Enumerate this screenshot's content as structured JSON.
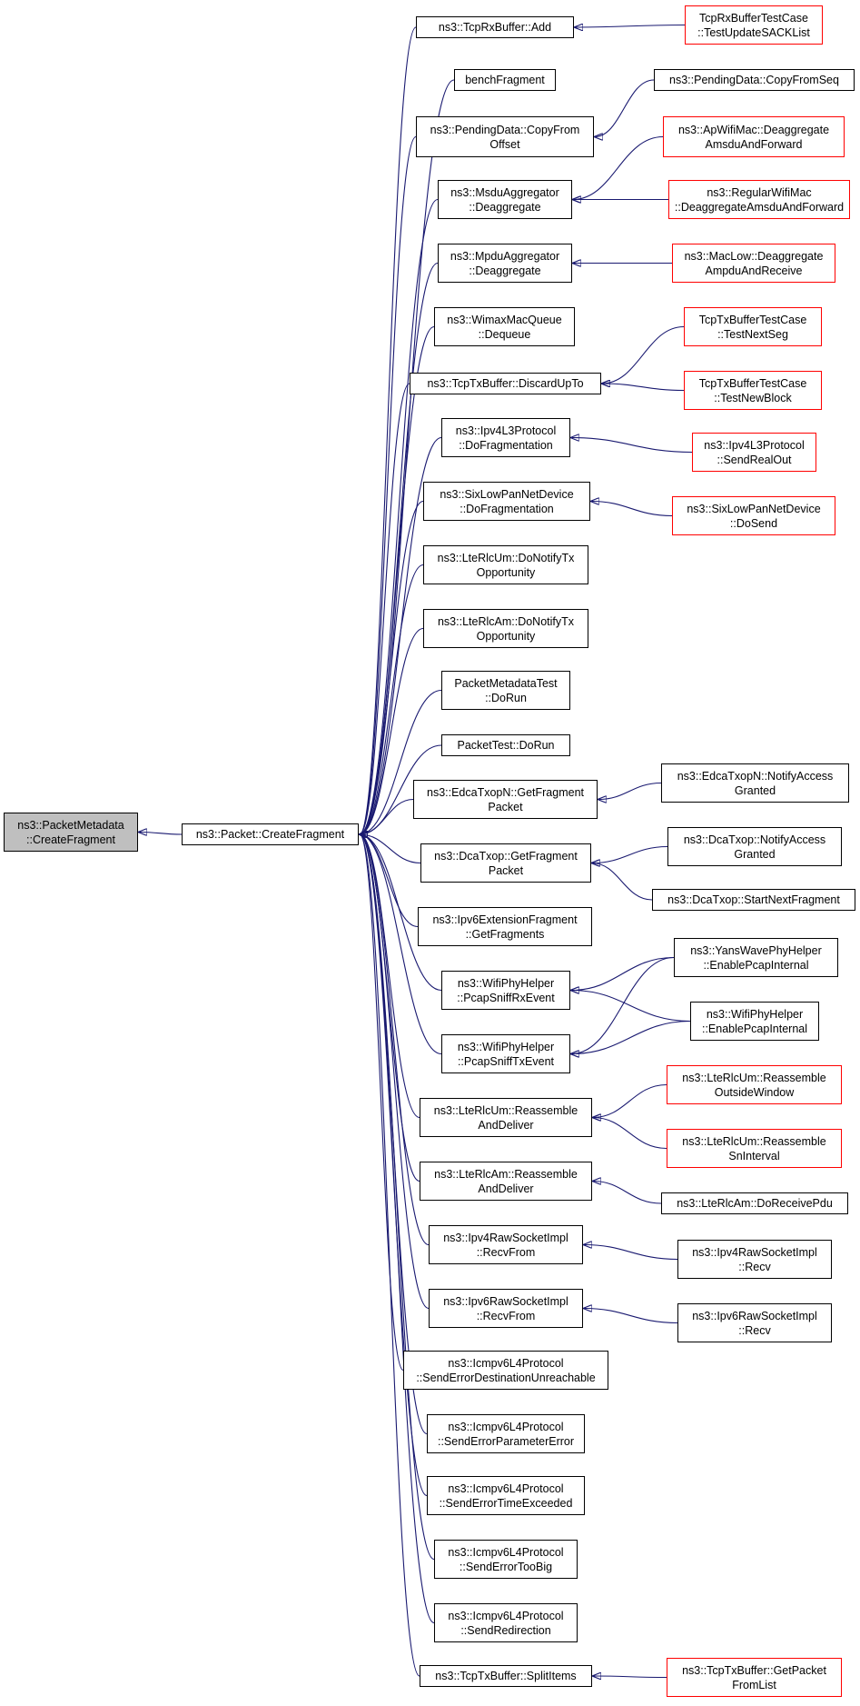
{
  "root": {
    "id": "root",
    "label": "ns3::PacketMetadata\n::CreateFragment"
  },
  "nodes": [
    {
      "id": "pkt",
      "label": "ns3::Packet::CreateFragment",
      "kind": "normal"
    },
    {
      "id": "tcprxadd",
      "label": "ns3::TcpRxBuffer::Add",
      "kind": "normal"
    },
    {
      "id": "bench",
      "label": "benchFragment",
      "kind": "normal"
    },
    {
      "id": "pendoff",
      "label": "ns3::PendingData::CopyFrom\nOffset",
      "kind": "normal"
    },
    {
      "id": "msdu",
      "label": "ns3::MsduAggregator\n::Deaggregate",
      "kind": "normal"
    },
    {
      "id": "mpdu",
      "label": "ns3::MpduAggregator\n::Deaggregate",
      "kind": "normal"
    },
    {
      "id": "wimax",
      "label": "ns3::WimaxMacQueue\n::Dequeue",
      "kind": "normal"
    },
    {
      "id": "discard",
      "label": "ns3::TcpTxBuffer::DiscardUpTo",
      "kind": "normal"
    },
    {
      "id": "ipv4dofrag",
      "label": "ns3::Ipv4L3Protocol\n::DoFragmentation",
      "kind": "normal"
    },
    {
      "id": "sixdofrag",
      "label": "ns3::SixLowPanNetDevice\n::DoFragmentation",
      "kind": "normal"
    },
    {
      "id": "rlcumtx",
      "label": "ns3::LteRlcUm::DoNotifyTx\nOpportunity",
      "kind": "normal"
    },
    {
      "id": "rlcamtx",
      "label": "ns3::LteRlcAm::DoNotifyTx\nOpportunity",
      "kind": "normal"
    },
    {
      "id": "pmtest",
      "label": "PacketMetadataTest\n::DoRun",
      "kind": "normal"
    },
    {
      "id": "ptest",
      "label": "PacketTest::DoRun",
      "kind": "normal"
    },
    {
      "id": "edcafrag",
      "label": "ns3::EdcaTxopN::GetFragment\nPacket",
      "kind": "normal"
    },
    {
      "id": "dcafrag",
      "label": "ns3::DcaTxop::GetFragment\nPacket",
      "kind": "normal"
    },
    {
      "id": "ipv6frag",
      "label": "ns3::Ipv6ExtensionFragment\n::GetFragments",
      "kind": "normal"
    },
    {
      "id": "sniffrx",
      "label": "ns3::WifiPhyHelper\n::PcapSniffRxEvent",
      "kind": "normal"
    },
    {
      "id": "snifftx",
      "label": "ns3::WifiPhyHelper\n::PcapSniffTxEvent",
      "kind": "normal"
    },
    {
      "id": "umreasm",
      "label": "ns3::LteRlcUm::Reassemble\nAndDeliver",
      "kind": "normal"
    },
    {
      "id": "amreasm",
      "label": "ns3::LteRlcAm::Reassemble\nAndDeliver",
      "kind": "normal"
    },
    {
      "id": "ipv4raw",
      "label": "ns3::Ipv4RawSocketImpl\n::RecvFrom",
      "kind": "normal"
    },
    {
      "id": "ipv6raw",
      "label": "ns3::Ipv6RawSocketImpl\n::RecvFrom",
      "kind": "normal"
    },
    {
      "id": "icmpdest",
      "label": "ns3::Icmpv6L4Protocol\n::SendErrorDestinationUnreachable",
      "kind": "normal"
    },
    {
      "id": "icmpparam",
      "label": "ns3::Icmpv6L4Protocol\n::SendErrorParameterError",
      "kind": "normal"
    },
    {
      "id": "icmptime",
      "label": "ns3::Icmpv6L4Protocol\n::SendErrorTimeExceeded",
      "kind": "normal"
    },
    {
      "id": "icmpbig",
      "label": "ns3::Icmpv6L4Protocol\n::SendErrorTooBig",
      "kind": "normal"
    },
    {
      "id": "icmpredir",
      "label": "ns3::Icmpv6L4Protocol\n::SendRedirection",
      "kind": "normal"
    },
    {
      "id": "split",
      "label": "ns3::TcpTxBuffer::SplitItems",
      "kind": "normal"
    },
    {
      "id": "sack",
      "label": "TcpRxBufferTestCase\n::TestUpdateSACKList",
      "kind": "red"
    },
    {
      "id": "pendseq",
      "label": "ns3::PendingData::CopyFromSeq",
      "kind": "normal"
    },
    {
      "id": "apdeagg",
      "label": "ns3::ApWifiMac::Deaggregate\nAmsduAndForward",
      "kind": "red"
    },
    {
      "id": "regdeagg",
      "label": "ns3::RegularWifiMac\n::DeaggregateAmsduAndForward",
      "kind": "red"
    },
    {
      "id": "maclow",
      "label": "ns3::MacLow::Deaggregate\nAmpduAndReceive",
      "kind": "red"
    },
    {
      "id": "nextseg",
      "label": "TcpTxBufferTestCase\n::TestNextSeg",
      "kind": "red"
    },
    {
      "id": "newblock",
      "label": "TcpTxBufferTestCase\n::TestNewBlock",
      "kind": "red"
    },
    {
      "id": "sendreal",
      "label": "ns3::Ipv4L3Protocol\n::SendRealOut",
      "kind": "red"
    },
    {
      "id": "dosend",
      "label": "ns3::SixLowPanNetDevice\n::DoSend",
      "kind": "red"
    },
    {
      "id": "edcanotify",
      "label": "ns3::EdcaTxopN::NotifyAccess\nGranted",
      "kind": "normal"
    },
    {
      "id": "dcanotify",
      "label": "ns3::DcaTxop::NotifyAccess\nGranted",
      "kind": "normal"
    },
    {
      "id": "dcastart",
      "label": "ns3::DcaTxop::StartNextFragment",
      "kind": "normal"
    },
    {
      "id": "yans",
      "label": "ns3::YansWavePhyHelper\n::EnablePcapInternal",
      "kind": "normal"
    },
    {
      "id": "wifienable",
      "label": "ns3::WifiPhyHelper\n::EnablePcapInternal",
      "kind": "normal"
    },
    {
      "id": "umoutside",
      "label": "ns3::LteRlcUm::Reassemble\nOutsideWindow",
      "kind": "red"
    },
    {
      "id": "umsn",
      "label": "ns3::LteRlcUm::Reassemble\nSnInterval",
      "kind": "red"
    },
    {
      "id": "amdorecv",
      "label": "ns3::LteRlcAm::DoReceivePdu",
      "kind": "normal"
    },
    {
      "id": "ipv4recv",
      "label": "ns3::Ipv4RawSocketImpl\n::Recv",
      "kind": "normal"
    },
    {
      "id": "ipv6recv",
      "label": "ns3::Ipv6RawSocketImpl\n::Recv",
      "kind": "normal"
    },
    {
      "id": "getpkt",
      "label": "ns3::TcpTxBuffer::GetPacket\nFromList",
      "kind": "red"
    }
  ],
  "edges": [
    {
      "from": "pkt",
      "to": "root"
    },
    {
      "from": "tcprxadd",
      "to": "pkt"
    },
    {
      "from": "bench",
      "to": "pkt"
    },
    {
      "from": "pendoff",
      "to": "pkt"
    },
    {
      "from": "msdu",
      "to": "pkt"
    },
    {
      "from": "mpdu",
      "to": "pkt"
    },
    {
      "from": "wimax",
      "to": "pkt"
    },
    {
      "from": "discard",
      "to": "pkt"
    },
    {
      "from": "ipv4dofrag",
      "to": "pkt"
    },
    {
      "from": "sixdofrag",
      "to": "pkt"
    },
    {
      "from": "rlcumtx",
      "to": "pkt"
    },
    {
      "from": "rlcamtx",
      "to": "pkt"
    },
    {
      "from": "pmtest",
      "to": "pkt"
    },
    {
      "from": "ptest",
      "to": "pkt"
    },
    {
      "from": "edcafrag",
      "to": "pkt"
    },
    {
      "from": "dcafrag",
      "to": "pkt"
    },
    {
      "from": "ipv6frag",
      "to": "pkt"
    },
    {
      "from": "sniffrx",
      "to": "pkt"
    },
    {
      "from": "snifftx",
      "to": "pkt"
    },
    {
      "from": "umreasm",
      "to": "pkt"
    },
    {
      "from": "amreasm",
      "to": "pkt"
    },
    {
      "from": "ipv4raw",
      "to": "pkt"
    },
    {
      "from": "ipv6raw",
      "to": "pkt"
    },
    {
      "from": "icmpdest",
      "to": "pkt"
    },
    {
      "from": "icmpparam",
      "to": "pkt"
    },
    {
      "from": "icmptime",
      "to": "pkt"
    },
    {
      "from": "icmpbig",
      "to": "pkt"
    },
    {
      "from": "icmpredir",
      "to": "pkt"
    },
    {
      "from": "split",
      "to": "pkt"
    },
    {
      "from": "sack",
      "to": "tcprxadd"
    },
    {
      "from": "pendseq",
      "to": "pendoff"
    },
    {
      "from": "apdeagg",
      "to": "msdu"
    },
    {
      "from": "regdeagg",
      "to": "msdu"
    },
    {
      "from": "maclow",
      "to": "mpdu"
    },
    {
      "from": "nextseg",
      "to": "discard"
    },
    {
      "from": "newblock",
      "to": "discard"
    },
    {
      "from": "sendreal",
      "to": "ipv4dofrag"
    },
    {
      "from": "dosend",
      "to": "sixdofrag"
    },
    {
      "from": "edcanotify",
      "to": "edcafrag"
    },
    {
      "from": "dcanotify",
      "to": "dcafrag"
    },
    {
      "from": "dcastart",
      "to": "dcafrag"
    },
    {
      "from": "yans",
      "to": "sniffrx"
    },
    {
      "from": "wifienable",
      "to": "sniffrx"
    },
    {
      "from": "yans",
      "to": "snifftx"
    },
    {
      "from": "wifienable",
      "to": "snifftx"
    },
    {
      "from": "umoutside",
      "to": "umreasm"
    },
    {
      "from": "umsn",
      "to": "umreasm"
    },
    {
      "from": "amdorecv",
      "to": "amreasm"
    },
    {
      "from": "ipv4recv",
      "to": "ipv4raw"
    },
    {
      "from": "ipv6recv",
      "to": "ipv6raw"
    },
    {
      "from": "getpkt",
      "to": "split"
    }
  ],
  "colors": {
    "edge": "#191970",
    "border": "#000000",
    "highlight_border": "#ff0000",
    "root_fill": "#bfbfbf"
  }
}
